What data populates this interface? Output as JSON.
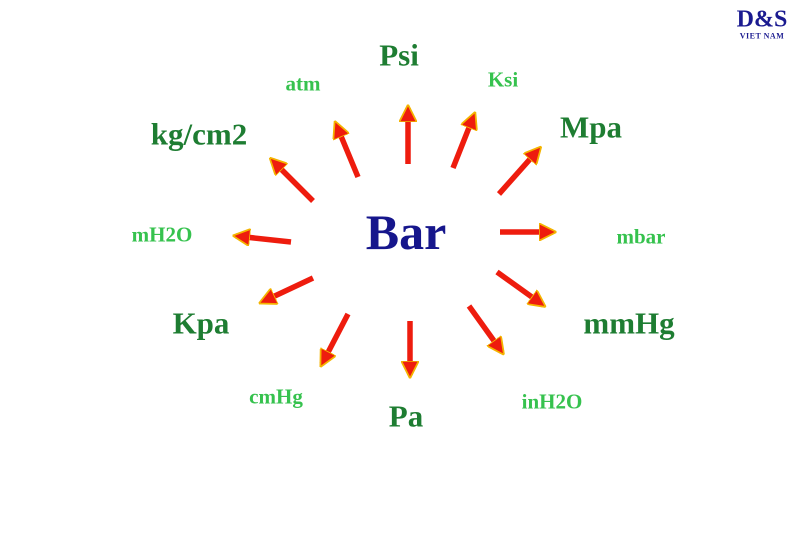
{
  "logo": {
    "main": "D&S",
    "sub": "VIET NAM"
  },
  "center": "Bar",
  "units": {
    "psi": "Psi",
    "ksi": "Ksi",
    "mpa": "Mpa",
    "mbar": "mbar",
    "mmhg": "mmHg",
    "inh2o": "inH2O",
    "pa": "Pa",
    "cmhg": "cmHg",
    "kpa": "Kpa",
    "mh2o": "mH2O",
    "kgcm2": "kg/cm2",
    "atm": "atm"
  },
  "colors": {
    "arrow_fill": "#ee1c0e",
    "arrow_outline": "#f4b400",
    "major": "#1e7d32",
    "minor": "#36c24e",
    "center": "#16168c"
  }
}
